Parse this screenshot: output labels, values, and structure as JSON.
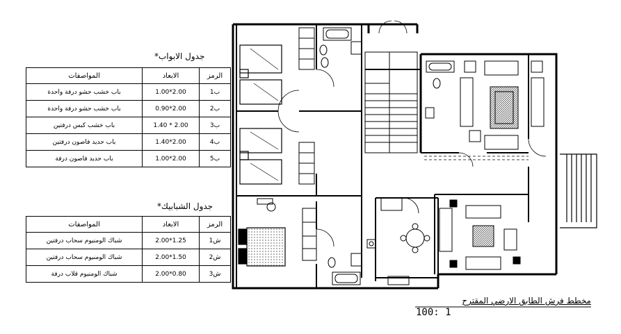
{
  "doors_table": {
    "title": "جدول الابواب*",
    "headers": {
      "spec": "المواصفات",
      "dims": "الابعاد",
      "symbol": "الرمز"
    },
    "rows": [
      {
        "spec": "باب خشب حشو درفة واحدة",
        "dims": "1.00*2.00",
        "symbol": "ب1"
      },
      {
        "spec": "باب خشب حشو درفة واحدة",
        "dims": "0.90*2.00",
        "symbol": "ب2"
      },
      {
        "spec": "باب خشب كبس درفتين",
        "dims": "1.40 * 2.00",
        "symbol": "ب3"
      },
      {
        "spec": "باب حديد فاصون درفتين",
        "dims": "1.40*2.00",
        "symbol": "ب4"
      },
      {
        "spec": "باب حديد فاصون درفة",
        "dims": "1.00*2.00",
        "symbol": "ب5"
      }
    ]
  },
  "windows_table": {
    "title": "جدول الشبابيك*",
    "headers": {
      "spec": "المواصفات",
      "dims": "الابعاد",
      "symbol": "الرمز"
    },
    "rows": [
      {
        "spec": "شباك الومنيوم سحاب درفتين",
        "dims": "2.00*1.25",
        "symbol": "ش1"
      },
      {
        "spec": "شباك الومنيوم سحاب درفتين",
        "dims": "2.00*1.50",
        "symbol": "ش2"
      },
      {
        "spec": "شباك الومنيوم قلاب درفة",
        "dims": "2.00*0.80",
        "symbol": "ش3"
      }
    ]
  },
  "plan": {
    "caption": "مخطط فرش الطابق الارضي المقترح",
    "scale": "100:  1"
  }
}
